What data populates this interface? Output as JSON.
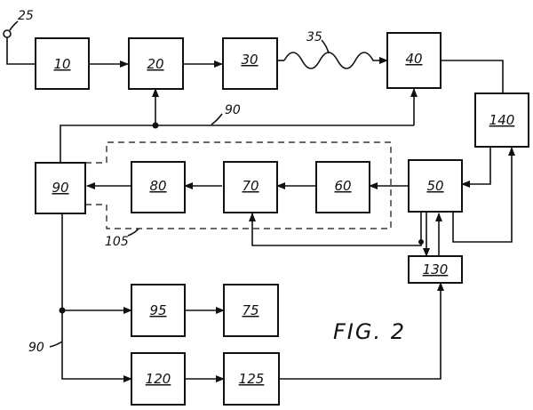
{
  "blocks": {
    "b10": "10",
    "b20": "20",
    "b30": "30",
    "b40": "40",
    "b140": "140",
    "b50": "50",
    "b60": "60",
    "b70": "70",
    "b80": "80",
    "b90": "90",
    "b130": "130",
    "b95": "95",
    "b75": "75",
    "b120": "120",
    "b125": "125"
  },
  "refs": {
    "input_terminal": "25",
    "channel": "35",
    "bus_top": "90",
    "bus_left": "90",
    "dashed_group": "105"
  },
  "figure_label": "FIG. 2"
}
